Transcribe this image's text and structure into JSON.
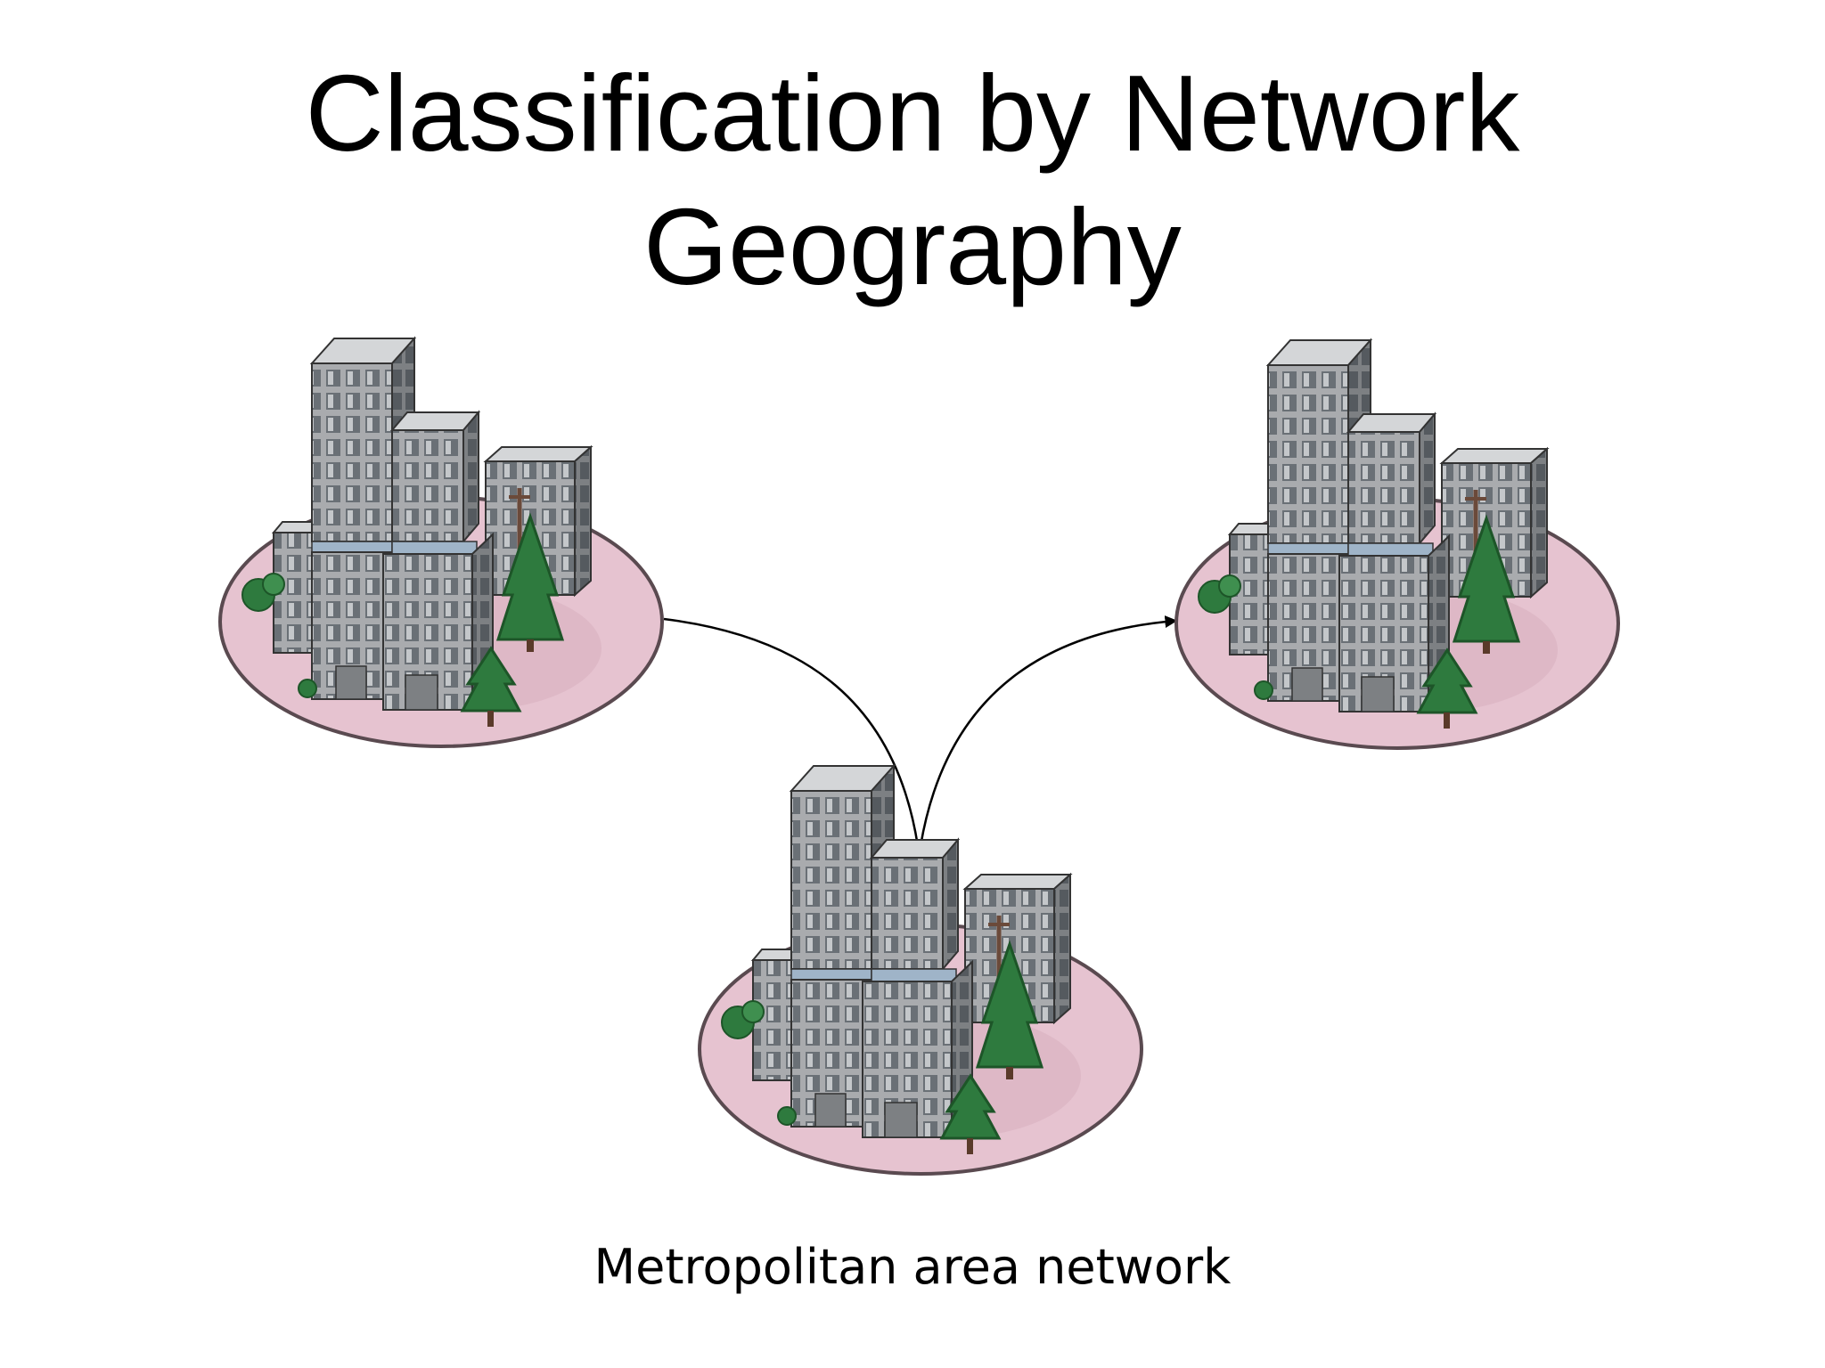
{
  "slide": {
    "title_line1": "Classification by Network",
    "title_line2": "Geography",
    "caption": "Metropolitan area network"
  },
  "diagram": {
    "nodes": [
      {
        "id": "campus-left",
        "icon": "office-buildings-icon"
      },
      {
        "id": "campus-center",
        "icon": "office-buildings-icon"
      },
      {
        "id": "campus-right",
        "icon": "office-buildings-icon"
      }
    ],
    "links": [
      {
        "from": "campus-left",
        "to": "campus-center",
        "arrow": false
      },
      {
        "from": "campus-center",
        "to": "campus-right",
        "arrow": true
      }
    ]
  },
  "colors": {
    "ground": "#e6c3d0",
    "ground_outline": "#5a4a50",
    "building": "#a9abae",
    "building_dark": "#7d8083",
    "window": "#6a7076",
    "glass_accent": "#9fb4c8",
    "tree": "#2e7a3e",
    "tree_dark": "#1d5528",
    "connector": "#000000"
  }
}
